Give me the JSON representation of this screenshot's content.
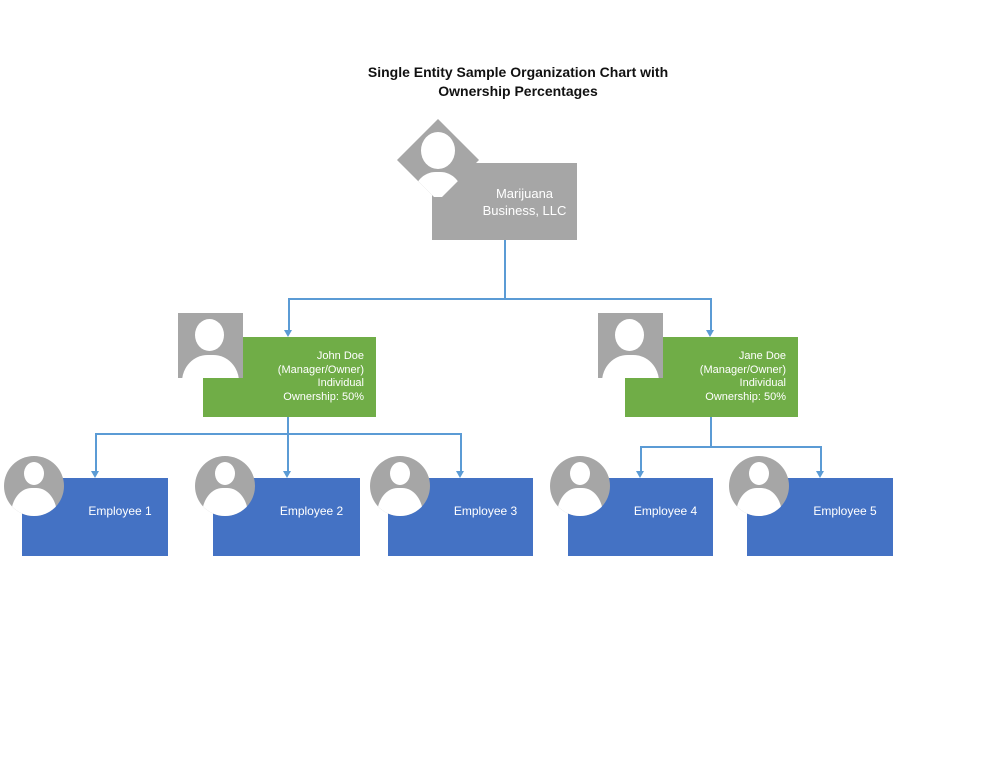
{
  "title": {
    "line1": "Single Entity Sample Organization Chart with",
    "line2": "Ownership Percentages"
  },
  "root": {
    "lines": [
      "Marijuana",
      "Business, LLC"
    ]
  },
  "managers": [
    {
      "lines": [
        "John Doe",
        "(Manager/Owner)",
        "Individual",
        "Ownership: 50%"
      ]
    },
    {
      "lines": [
        "Jane Doe",
        "(Manager/Owner)",
        "Individual",
        "Ownership: 50%"
      ]
    }
  ],
  "employees": [
    {
      "label": "Employee 1"
    },
    {
      "label": "Employee 2"
    },
    {
      "label": "Employee 3"
    },
    {
      "label": "Employee 4"
    },
    {
      "label": "Employee 5"
    }
  ],
  "colors": {
    "root_box": "#A6A6A6",
    "manager_box": "#70AD47",
    "employee_box": "#4472C4",
    "connector": "#5B9BD5",
    "avatar_gray": "#A6A6A6",
    "person_silhouette": "#FFFFFF",
    "box_text": "#FFFFFF",
    "title_text": "#111111"
  }
}
